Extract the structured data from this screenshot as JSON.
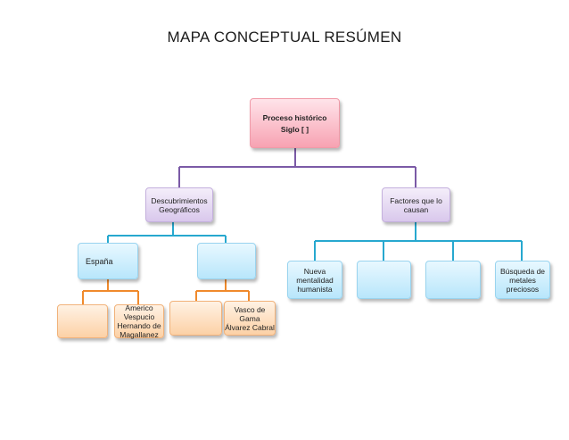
{
  "title": "MAPA CONCEPTUAL RESÚMEN",
  "nodes": {
    "root": {
      "line1": "Proceso histórico",
      "line2": "Siglo [   ]"
    },
    "descubrimientos": {
      "line1": "Descubrimientos",
      "line2": "Geográficos"
    },
    "factores": {
      "line1": "Factores que lo",
      "line2": "causan"
    },
    "espana": {
      "line1": "España"
    },
    "blank_left_blue": {
      "line1": ""
    },
    "orange1": {
      "line1": ""
    },
    "americo": {
      "line1": "Americo",
      "line2": "Vespucio",
      "line3": "Hernando de",
      "line4": "Magallanez"
    },
    "orange3": {
      "line1": ""
    },
    "vasco": {
      "line1": "Vasco de",
      "line2": "Gama",
      "line3": "Álvarez Cabral"
    },
    "nueva": {
      "line1": "Nueva",
      "line2": "mentalidad",
      "line3": "humanista"
    },
    "blank_b2": {
      "line1": ""
    },
    "blank_b3": {
      "line1": ""
    },
    "busqueda": {
      "line1": "Búsqueda de",
      "line2": "metales",
      "line3": "preciosos"
    }
  },
  "colors": {
    "purple_connector": "#7b5aa6",
    "blue_connector": "#27a8cf",
    "orange_connector": "#f08a2c"
  }
}
